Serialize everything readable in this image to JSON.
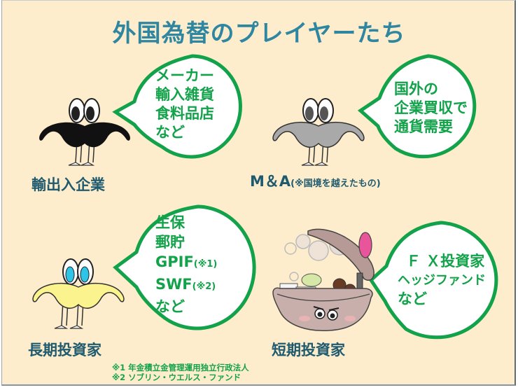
{
  "title": "外国為替のプレイヤーたち",
  "colors": {
    "background": "#FDEDCD",
    "title": "#2E86A0",
    "label": "#1F5A6E",
    "bubble_border": "#12A24A",
    "bubble_text": "#12A24A",
    "bubble_fill": "#FFFFFF"
  },
  "players": [
    {
      "label": "輸出入企業",
      "icon": "black-mustache-character-icon",
      "bubble_lines": [
        "メーカー",
        "輸入雑貨",
        "食料品店",
        "など"
      ]
    },
    {
      "label": "M＆A",
      "label_note": "(※国境を越えたもの)",
      "icon": "gray-mustache-character-icon",
      "bubble_lines": [
        "国外の",
        "企業買収で",
        "通貨需要"
      ]
    },
    {
      "label": "長期投資家",
      "icon": "yellow-mustache-character-icon",
      "bubble_lines": [
        "生保",
        "郵貯",
        "GPIF",
        "SWF",
        "など"
      ],
      "bubble_line_notes": {
        "2": "(※1)",
        "3": "(※2)"
      }
    },
    {
      "label": "短期投資家",
      "icon": "hot-pot-character-icon",
      "bubble_lines": [
        "Ｆ Ｘ投資家",
        "ヘッジファンド",
        "など"
      ]
    }
  ],
  "footnotes": [
    "※1 年金積立金管理運用独立行政法人",
    "※2 ソブリン・ウエルス・ファンド"
  ]
}
